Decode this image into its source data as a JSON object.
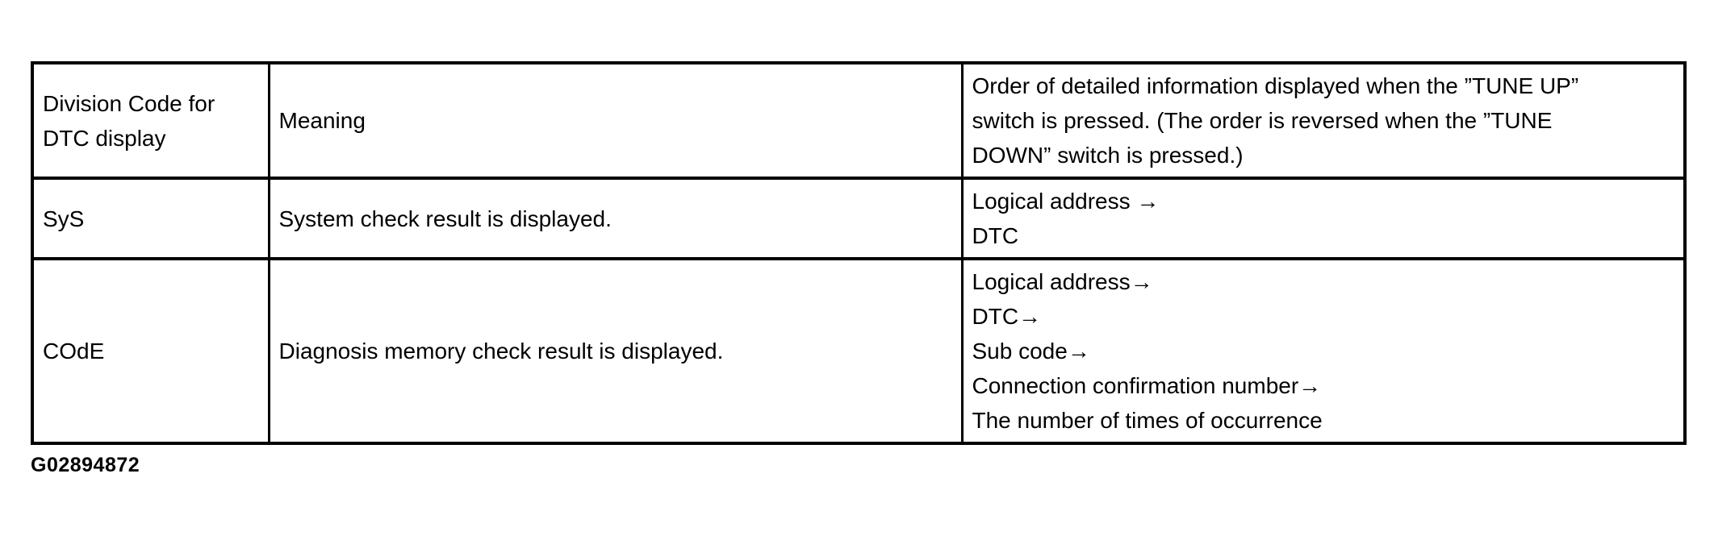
{
  "colors": {
    "background": "#ffffff",
    "text": "#000000",
    "border": "#000000"
  },
  "table": {
    "header": {
      "division_code_lines": [
        "Division Code for",
        "DTC display"
      ],
      "meaning": "Meaning",
      "order_lines": [
        "Order of detailed information displayed when the ”TUNE UP”",
        "switch is pressed. (The order is reversed when the ”TUNE",
        "DOWN” switch is pressed.)"
      ]
    },
    "rows": [
      {
        "code": "SyS",
        "meaning": "System check result is displayed.",
        "order_lines": [
          "Logical address →",
          "DTC"
        ]
      },
      {
        "code": "COdE",
        "meaning": "Diagnosis memory check result is displayed.",
        "order_lines": [
          "Logical address→",
          "DTC→",
          "Sub code→",
          "Connection confirmation number→",
          "The number of times of occurrence"
        ]
      }
    ]
  },
  "figure_id": "G02894872"
}
